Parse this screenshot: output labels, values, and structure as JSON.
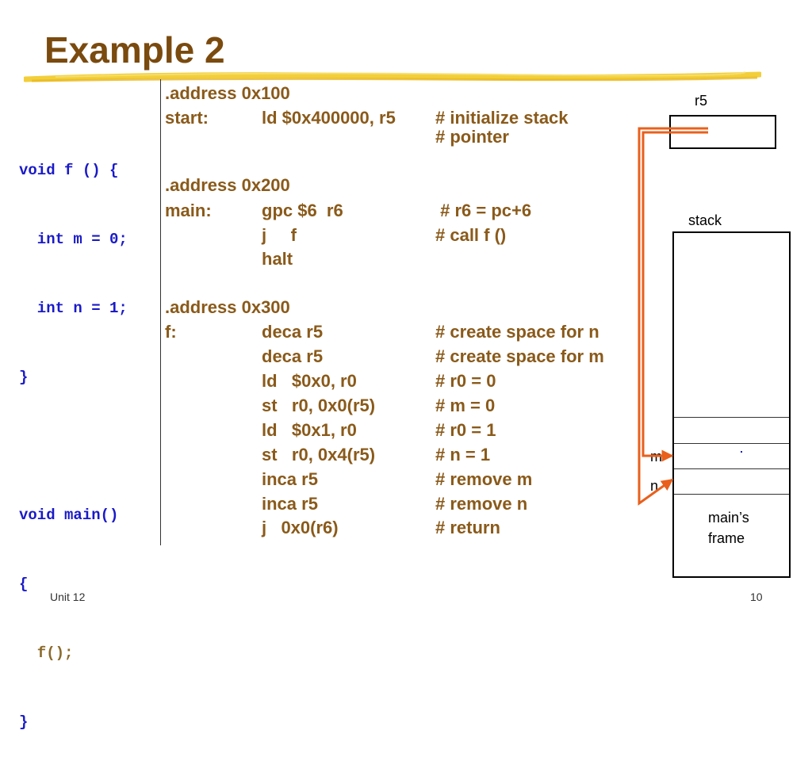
{
  "title": "Example 2",
  "c_code": [
    "void f () {",
    "  int m = 0;",
    "  int n = 1;",
    "}",
    "",
    "void main()",
    "{",
    "  f();",
    "}"
  ],
  "asm": {
    "addr1": ".address 0x100",
    "start_label": "start:",
    "start_instr": "ld $0x400000, r5",
    "start_comment1": "# initialize stack",
    "start_comment2": "# pointer",
    "addr2": ".address 0x200",
    "main_label": "main:",
    "main_rows": [
      {
        "instr": "gpc $6  r6",
        "comment": " # r6 = pc+6"
      },
      {
        "instr": "j     f",
        "comment": "# call f ()"
      },
      {
        "instr": "halt",
        "comment": ""
      }
    ],
    "addr3": ".address 0x300",
    "f_label": "f:",
    "f_rows": [
      {
        "instr": "deca r5",
        "comment": "# create space for n"
      },
      {
        "instr": "deca r5",
        "comment": "# create space for m"
      },
      {
        "instr": "ld   $0x0, r0",
        "comment": "# r0 = 0"
      },
      {
        "instr": "st   r0, 0x0(r5)",
        "comment": "# m = 0"
      },
      {
        "instr": "ld   $0x1, r0",
        "comment": "# r0 = 1"
      },
      {
        "instr": "st   r0, 0x4(r5)",
        "comment": "# n = 1"
      },
      {
        "instr": "inca r5",
        "comment": "# remove m"
      },
      {
        "instr": "inca r5",
        "comment": "# remove n"
      },
      {
        "instr": "j   0x0(r6)",
        "comment": "# return"
      }
    ]
  },
  "diagram": {
    "r5_label": "r5",
    "stack_label": "stack",
    "m_label": "m",
    "n_label": "n",
    "frame_label_1": "main’s",
    "frame_label_2": "frame",
    "arrow_color": "#e8601c"
  },
  "footer": {
    "left": "Unit 12",
    "right": "10"
  }
}
